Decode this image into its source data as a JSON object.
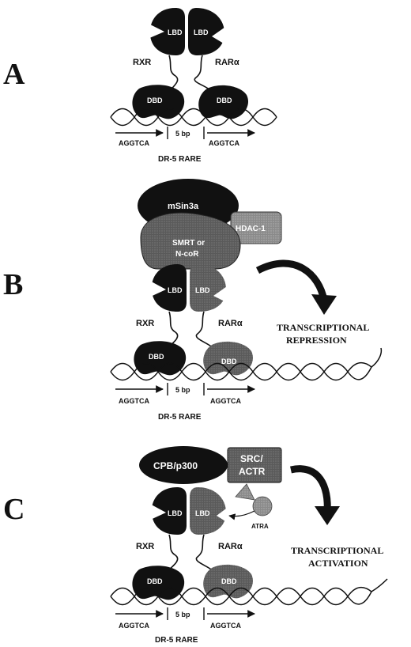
{
  "colors": {
    "dark": "#111111",
    "grey": "#4a4a4a",
    "mid_grey": "#7a7a7a",
    "light_grey": "#9a9a9a"
  },
  "panel_a": {
    "letter": "A",
    "lbd_left": "LBD",
    "lbd_right": "LBD",
    "rxr": "RXR",
    "rar": "RARα",
    "dbd_left": "DBD",
    "dbd_right": "DBD",
    "seq_left": "AGGTCA",
    "spacer": "5 bp",
    "seq_right": "AGGTCA",
    "element": "DR-5  RARE"
  },
  "panel_b": {
    "letter": "B",
    "msin3a": "mSin3a",
    "corepressor_line1": "SMRT or",
    "corepressor_line2": "N-coR",
    "hdac": "HDAC-1",
    "lbd_left": "LBD",
    "lbd_right": "LBD",
    "rxr": "RXR",
    "rar": "RARα",
    "dbd_left": "DBD",
    "dbd_right": "DBD",
    "seq_left": "AGGTCA",
    "spacer": "5 bp",
    "seq_right": "AGGTCA",
    "element": "DR-5  RARE",
    "outcome_line1": "TRANSCRIPTIONAL",
    "outcome_line2": "REPRESSION"
  },
  "panel_c": {
    "letter": "C",
    "cbp": "CPB/p300",
    "src_line1": "SRC/",
    "src_line2": "ACTR",
    "lbd_left": "LBD",
    "lbd_right": "LBD",
    "ligand": "ATRA",
    "rxr": "RXR",
    "rar": "RARα",
    "dbd_left": "DBD",
    "dbd_right": "DBD",
    "seq_left": "AGGTCA",
    "spacer": "5 bp",
    "seq_right": "AGGTCA",
    "element": "DR-5  RARE",
    "outcome_line1": "TRANSCRIPTIONAL",
    "outcome_line2": "ACTIVATION"
  }
}
